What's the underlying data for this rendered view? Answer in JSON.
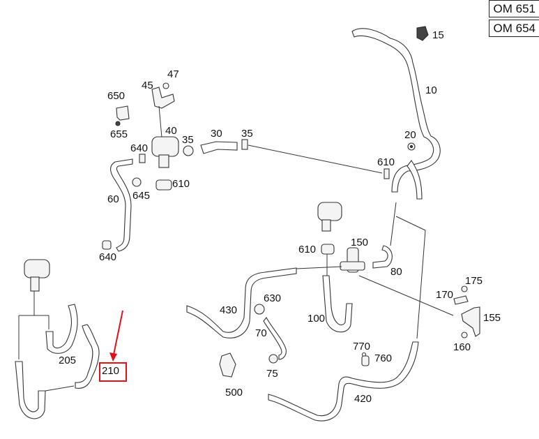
{
  "diagram": {
    "type": "exploded-parts-diagram",
    "engine_variants": [
      "OM 651",
      "OM 654"
    ],
    "highlighted_part": "210",
    "highlight_color": "#e3101a",
    "part_labels": [
      {
        "id": "p15",
        "text": "15"
      },
      {
        "id": "p10",
        "text": "10"
      },
      {
        "id": "p20",
        "text": "20"
      },
      {
        "id": "p610a",
        "text": "610"
      },
      {
        "id": "p47",
        "text": "47"
      },
      {
        "id": "p45",
        "text": "45"
      },
      {
        "id": "p650",
        "text": "650"
      },
      {
        "id": "p655",
        "text": "655"
      },
      {
        "id": "p40",
        "text": "40"
      },
      {
        "id": "p35a",
        "text": "35"
      },
      {
        "id": "p30",
        "text": "30"
      },
      {
        "id": "p35b",
        "text": "35"
      },
      {
        "id": "p640a",
        "text": "640"
      },
      {
        "id": "p610b",
        "text": "610"
      },
      {
        "id": "p645",
        "text": "645"
      },
      {
        "id": "p60",
        "text": "60"
      },
      {
        "id": "p640b",
        "text": "640"
      },
      {
        "id": "p610c",
        "text": "610"
      },
      {
        "id": "p150",
        "text": "150"
      },
      {
        "id": "p80",
        "text": "80"
      },
      {
        "id": "p175",
        "text": "175"
      },
      {
        "id": "p170",
        "text": "170"
      },
      {
        "id": "p155",
        "text": "155"
      },
      {
        "id": "p160",
        "text": "160"
      },
      {
        "id": "p430",
        "text": "430"
      },
      {
        "id": "p630",
        "text": "630"
      },
      {
        "id": "p70",
        "text": "70"
      },
      {
        "id": "p100",
        "text": "100"
      },
      {
        "id": "p770",
        "text": "770"
      },
      {
        "id": "p760",
        "text": "760"
      },
      {
        "id": "p75",
        "text": "75"
      },
      {
        "id": "p500",
        "text": "500"
      },
      {
        "id": "p420",
        "text": "420"
      },
      {
        "id": "p205",
        "text": "205"
      },
      {
        "id": "p210",
        "text": "210"
      }
    ]
  }
}
